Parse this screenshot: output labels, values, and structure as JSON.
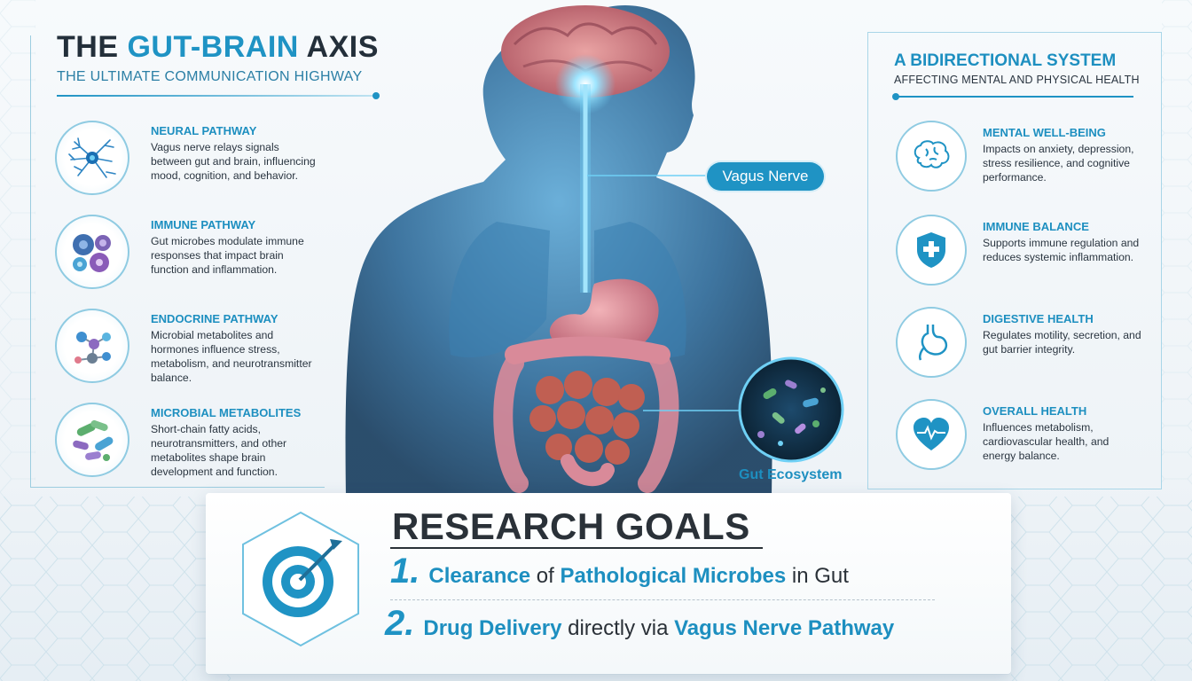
{
  "header": {
    "title_prefix": "THE ",
    "title_accent": "GUT-BRAIN",
    "title_suffix": " AXIS",
    "subtitle": "THE ULTIMATE COMMUNICATION HIGHWAY"
  },
  "pathways": [
    {
      "title": "NEURAL PATHWAY",
      "description": "Vagus nerve relays signals between gut and brain, influencing mood, cognition, and behavior.",
      "icon": "neuron-icon"
    },
    {
      "title": "IMMUNE PATHWAY",
      "description": "Gut microbes modulate immune responses that impact brain function and inflammation.",
      "icon": "immune-cells-icon"
    },
    {
      "title": "ENDOCRINE PATHWAY",
      "description": "Microbial metabolites and hormones influence stress, metabolism, and neurotransmitter balance.",
      "icon": "molecule-icon"
    },
    {
      "title": "MICROBIAL METABOLITES",
      "description": "Short-chain fatty acids, neurotransmitters, and other metabolites shape brain development and function.",
      "icon": "microbes-icon"
    }
  ],
  "system": {
    "title": "A BIDIRECTIONAL SYSTEM",
    "subtitle": "AFFECTING MENTAL AND PHYSICAL HEALTH"
  },
  "effects": [
    {
      "title": "MENTAL WELL-BEING",
      "description": "Impacts on anxiety, depression, stress resilience, and cognitive performance.",
      "icon": "brain-icon"
    },
    {
      "title": "IMMUNE BALANCE",
      "description": "Supports immune regulation and reduces systemic inflammation.",
      "icon": "shield-plus-icon"
    },
    {
      "title": "DIGESTIVE HEALTH",
      "description": "Regulates motility, secretion, and gut barrier integrity.",
      "icon": "stomach-icon"
    },
    {
      "title": "OVERALL HEALTH",
      "description": "Influences metabolism, cardiovascular health, and energy balance.",
      "icon": "heart-pulse-icon"
    }
  ],
  "figure": {
    "vagus_label": "Vagus Nerve",
    "gut_label": "Gut Ecosystem"
  },
  "goals": {
    "heading": "RESEARCH GOALS",
    "items": [
      {
        "number": "1.",
        "part1_hl": "Clearance",
        "part2": " of ",
        "part3_hl": "Pathological Microbes",
        "part4": " in Gut"
      },
      {
        "number": "2.",
        "part1_hl": "Drug Delivery",
        "part2": " directly via ",
        "part3_hl": "Vagus Nerve Pathway",
        "part4": ""
      }
    ]
  },
  "colors": {
    "accent": "#1f93c4",
    "dark_text": "#2a3138",
    "body_glow": "#6fd0f5"
  }
}
